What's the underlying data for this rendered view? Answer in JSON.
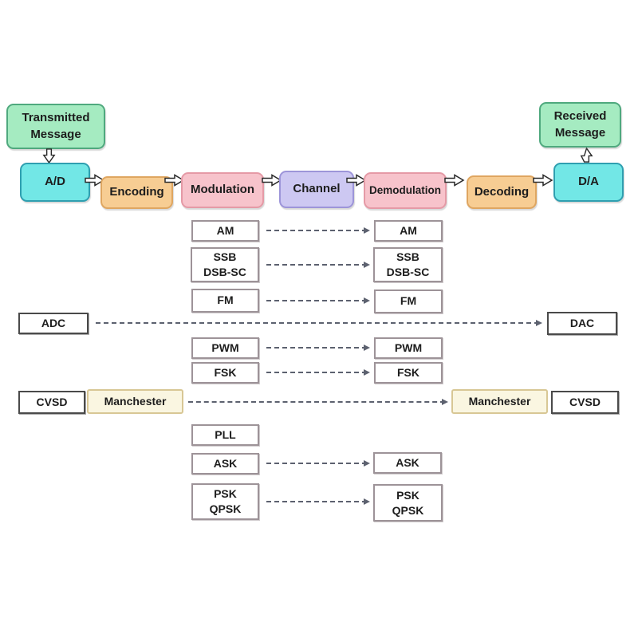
{
  "top_flow": {
    "transmitted_message": "Transmitted\nMessage",
    "ad": "A/D",
    "encoding": "Encoding",
    "modulation": "Modulation",
    "channel": "Channel",
    "demodulation": "Demodulation",
    "decoding": "Decoding",
    "da": "D/A",
    "received_message": "Received\nMessage"
  },
  "schemes": [
    {
      "left": "AM",
      "right": "AM"
    },
    {
      "left": "SSB\nDSB-SC",
      "right": "SSB\nDSB-SC"
    },
    {
      "left": "FM",
      "right": "FM"
    },
    {
      "left": "PWM",
      "right": "PWM"
    },
    {
      "left": "FSK",
      "right": "FSK"
    },
    {
      "left": "PLL",
      "right": null
    },
    {
      "left": "ASK",
      "right": "ASK"
    },
    {
      "left": "PSK\nQPSK",
      "right": "PSK\nQPSK"
    }
  ],
  "converters": {
    "adc": "ADC",
    "dac": "DAC"
  },
  "line_coding": {
    "cvsd_left": "CVSD",
    "manchester_left": "Manchester",
    "manchester_right": "Manchester",
    "cvsd_right": "CVSD"
  },
  "colors": {
    "message_box_fill": "#a5ebc1",
    "converter_box_fill": "#72e7e6",
    "coding_box_fill": "#f7cd93",
    "modulation_box_fill": "#f7c3cb",
    "channel_box_fill": "#cdc8f2",
    "manchester_box_fill": "#faf6e1",
    "plain_box_fill": "#ffffff",
    "dashed_arrow": "#5c616f",
    "text": "#1d1d1d"
  }
}
